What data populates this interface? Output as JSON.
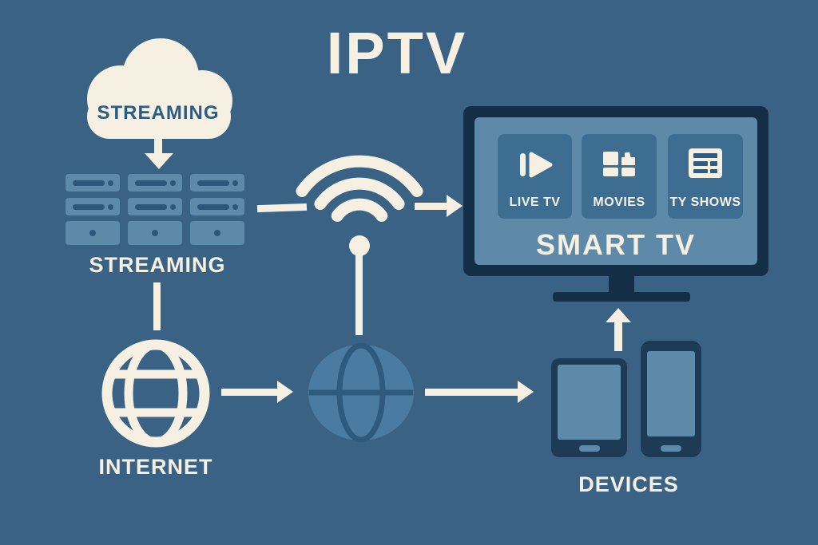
{
  "title": "IPTV",
  "colors": {
    "background": "#3a6284",
    "cream": "#f6f0e2",
    "tv_frame_navy": "#142e47",
    "device_navy": "#1d3b57",
    "screen_blue": "#5e8aa9",
    "tile_blue": "#3e6d92",
    "server_slot_blue": "#2d567b",
    "sphere_blue": "#4b7ba0",
    "sphere_line_blue": "#2d5a7d",
    "cloud_text_blue": "#2a5d83"
  },
  "cloud": {
    "label": "STREAMING"
  },
  "servers": {
    "label": "STREAMING"
  },
  "internet": {
    "label": "INTERNET"
  },
  "tv": {
    "label": "SMART TV",
    "tiles": [
      {
        "label": "LIVE TV"
      },
      {
        "label": "MOVIES"
      },
      {
        "label": "TY SHOWS"
      }
    ]
  },
  "devices": {
    "label": "DEVICES"
  }
}
